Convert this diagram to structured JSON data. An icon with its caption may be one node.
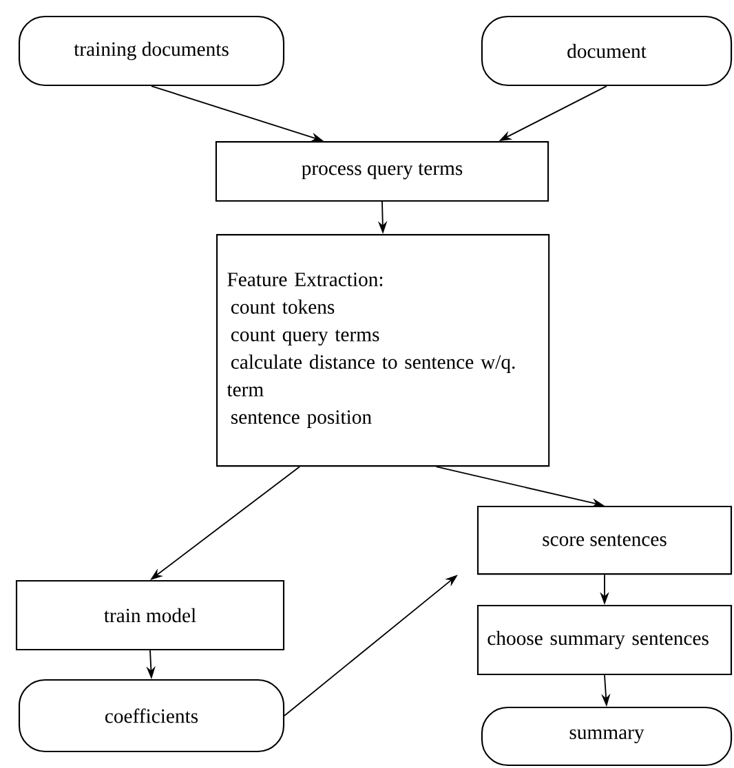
{
  "diagram": {
    "nodes": [
      {
        "text": [
          "training documents"
        ]
      },
      {
        "text": [
          "document"
        ]
      },
      {
        "text": [
          "process query terms"
        ]
      },
      {
        "text": [
          "Feature Extraction:",
          "count tokens",
          "count query terms",
          "calculate distance to sentence w/q. term",
          "sentence position"
        ]
      },
      {
        "text": [
          "train model"
        ]
      },
      {
        "text": [
          "coefficients"
        ]
      },
      {
        "text": [
          "score sentences"
        ]
      },
      {
        "text": [
          "choose summary sentences"
        ]
      },
      {
        "text": [
          "summary"
        ]
      }
    ],
    "edges": [
      {
        "from": 0,
        "to": 2,
        "arrow": "to"
      },
      {
        "from": 1,
        "to": 2,
        "arrow": "to"
      },
      {
        "from": 2,
        "to": 3,
        "arrow": "to"
      },
      {
        "from": 3,
        "to": 4,
        "arrow": "to"
      },
      {
        "from": 3,
        "to": 6,
        "arrow": "to"
      },
      {
        "from": 4,
        "to": 5,
        "arrow": "to"
      },
      {
        "from": 5,
        "to": 6,
        "arrow": "to"
      },
      {
        "from": 6,
        "to": 7,
        "arrow": "to"
      },
      {
        "from": 7,
        "to": 8,
        "arrow": "to"
      }
    ]
  }
}
